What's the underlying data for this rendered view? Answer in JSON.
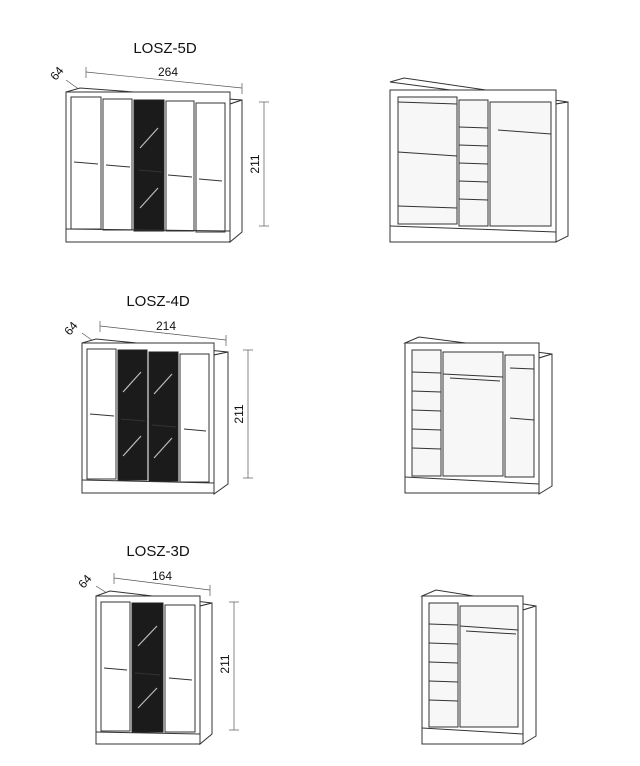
{
  "models": [
    {
      "name": "LOSZ-5D",
      "depth": "64",
      "width": "264",
      "height": "211"
    },
    {
      "name": "LOSZ-4D",
      "depth": "64",
      "width": "214",
      "height": "211"
    },
    {
      "name": "LOSZ-3D",
      "depth": "64",
      "width": "164",
      "height": "211"
    }
  ],
  "colors": {
    "line": "#333333",
    "glass": "#1b1b1b",
    "background": "#ffffff"
  }
}
